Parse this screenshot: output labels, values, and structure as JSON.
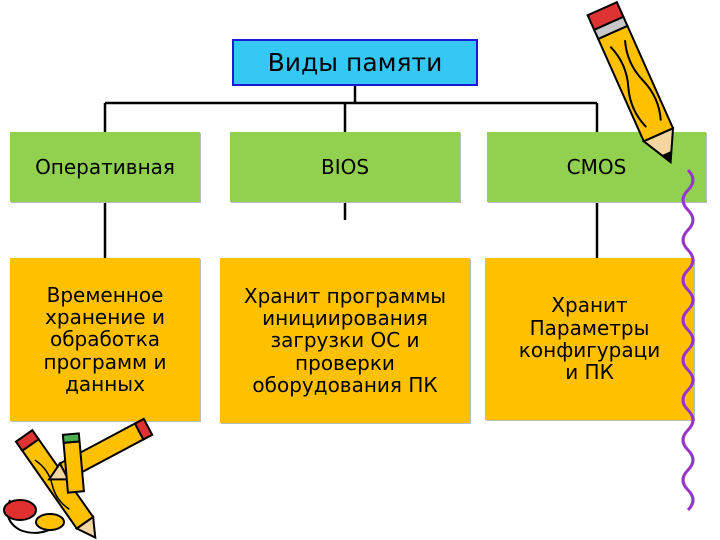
{
  "diagram": {
    "title": "Виды памяти",
    "types": [
      {
        "label": "Оперативная",
        "description": "Временное\nхранение и\nобработка\nпрограмм и\nданных"
      },
      {
        "label": "BIOS",
        "description": "Хранит программы\nинициирования\nзагрузки ОС и\nпроверки\nоборудования ПК"
      },
      {
        "label": "CMOS",
        "description": "Хранит\nПараметры\nконфигураци\nи ПК"
      }
    ]
  },
  "colors": {
    "title_fill": "#36c8f5",
    "title_border": "#1b1bd6",
    "type_fill": "#92d050",
    "description_fill": "#ffc000",
    "connector": "#000000"
  },
  "decorations": [
    "pencil-clipart-icon",
    "crayons-clipart-icon",
    "squiggle-border-icon"
  ]
}
